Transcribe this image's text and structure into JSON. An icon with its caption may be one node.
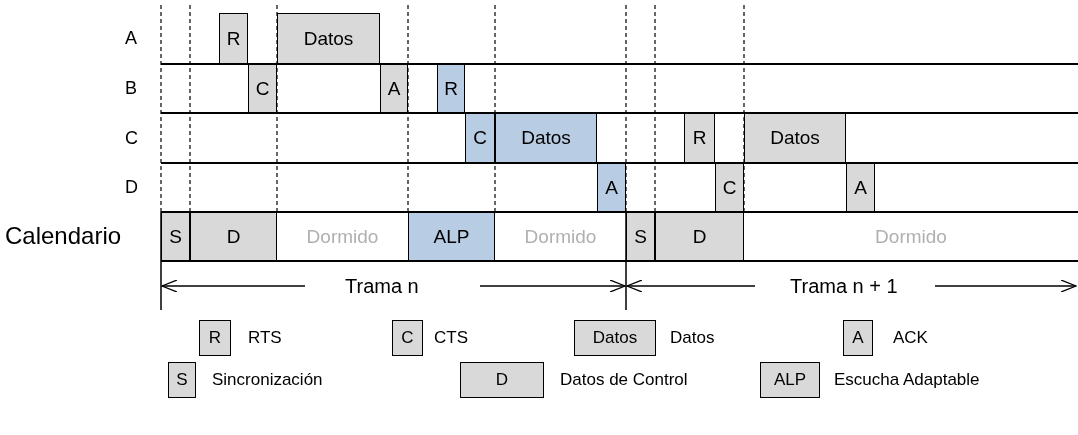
{
  "diagram": {
    "nodes": [
      {
        "text": [
          "R"
        ]
      },
      {
        "text": [
          "Datos"
        ]
      },
      {
        "text": [
          "C"
        ]
      },
      {
        "text": [
          "A"
        ]
      },
      {
        "text": [
          "R"
        ]
      },
      {
        "text": [
          "C"
        ]
      },
      {
        "text": [
          "Datos"
        ]
      },
      {
        "text": [
          "R"
        ]
      },
      {
        "text": [
          "Datos"
        ]
      },
      {
        "text": [
          "A"
        ]
      },
      {
        "text": [
          "C"
        ]
      },
      {
        "text": [
          "A"
        ]
      },
      {
        "text": [
          "S"
        ]
      },
      {
        "text": [
          "D"
        ]
      },
      {
        "text": [
          "Dormido"
        ]
      },
      {
        "text": [
          "ALP"
        ]
      },
      {
        "text": [
          "Dormido"
        ]
      },
      {
        "text": [
          "S"
        ]
      },
      {
        "text": [
          "D"
        ]
      },
      {
        "text": [
          "Dormido"
        ]
      },
      {
        "text": [
          "R"
        ],
        "beside": [
          "RTS"
        ]
      },
      {
        "text": [
          "C"
        ],
        "beside": [
          "CTS"
        ]
      },
      {
        "text": [
          "Datos"
        ],
        "beside": [
          "Datos"
        ]
      },
      {
        "text": [
          "A"
        ],
        "beside": [
          "ACK"
        ]
      },
      {
        "text": [
          "S"
        ],
        "beside": [
          "Sincronización"
        ]
      },
      {
        "text": [
          "D"
        ],
        "beside": [
          "Datos de Control"
        ]
      },
      {
        "text": [
          "ALP"
        ],
        "beside": [
          "Escucha Adaptable"
        ]
      }
    ],
    "labels": [
      "A",
      "B",
      "C",
      "D",
      "Calendario",
      "Trama n",
      "Trama n + 1"
    ]
  }
}
